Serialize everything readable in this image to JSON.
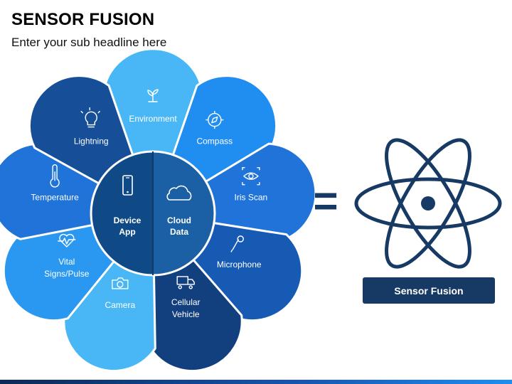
{
  "header": {
    "title": "SENSOR FUSION",
    "subtitle": "Enter your sub headline here"
  },
  "center": {
    "left": [
      "Device",
      "App"
    ],
    "right": [
      "Cloud",
      "Data"
    ]
  },
  "petals": [
    {
      "id": "environment",
      "lines": [
        "Environment"
      ],
      "icon": "plant-icon",
      "color": "#49b7f5"
    },
    {
      "id": "compass",
      "lines": [
        "Compass"
      ],
      "icon": "compass-icon",
      "color": "#1f8ef0"
    },
    {
      "id": "iris-scan",
      "lines": [
        "Iris Scan"
      ],
      "icon": "eye-scan-icon",
      "color": "#1f73d9"
    },
    {
      "id": "microphone",
      "lines": [
        "Microphone"
      ],
      "icon": "microphone-icon",
      "color": "#175ab4"
    },
    {
      "id": "cellular-vehicle",
      "lines": [
        "Cellular",
        "Vehicle"
      ],
      "icon": "truck-icon",
      "color": "#123f7e"
    },
    {
      "id": "camera",
      "lines": [
        "Camera"
      ],
      "icon": "camera-icon",
      "color": "#49b7f5"
    },
    {
      "id": "vital-signs",
      "lines": [
        "Vital",
        "Signs/Pulse"
      ],
      "icon": "heartbeat-icon",
      "color": "#2a97f0"
    },
    {
      "id": "temperature",
      "lines": [
        "Temperature"
      ],
      "icon": "thermometer-icon",
      "color": "#1f73d9"
    },
    {
      "id": "lightning",
      "lines": [
        "Lightning"
      ],
      "icon": "lightbulb-icon",
      "color": "#164f97"
    }
  ],
  "equals_symbol": "=",
  "result_label": "Sensor Fusion",
  "colors": {
    "dark_navy": "#163a64",
    "center_dark": "#0f4a86",
    "center_light": "#1b5fa4",
    "atom": "#163a64"
  }
}
